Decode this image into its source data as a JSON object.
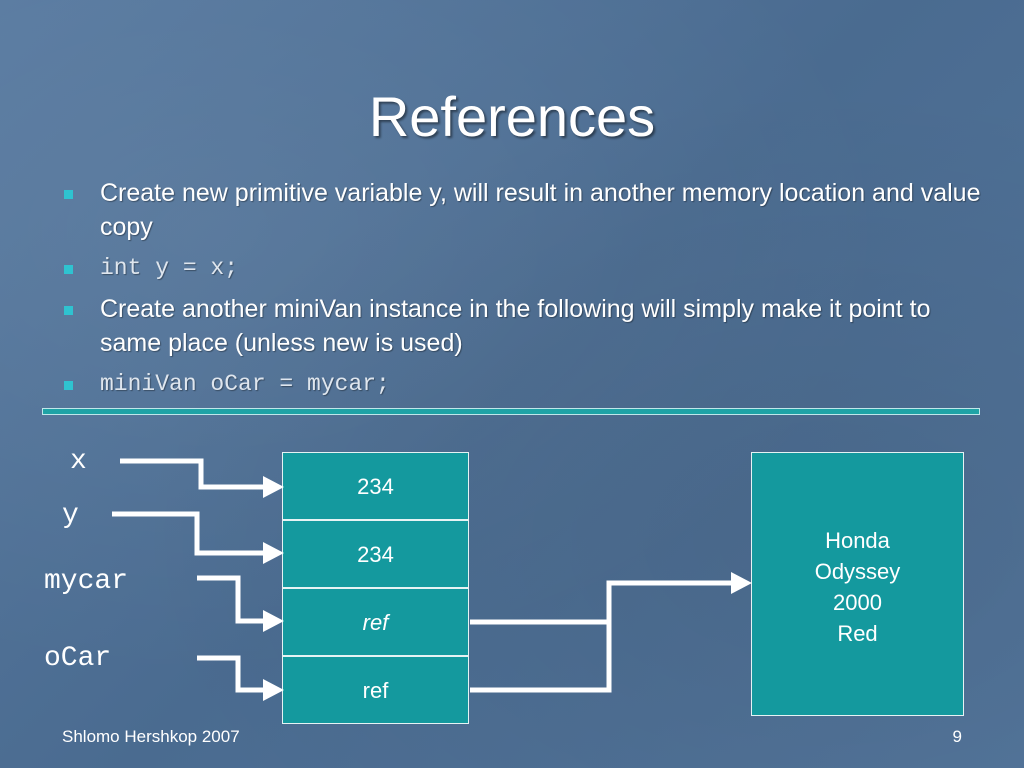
{
  "title": "References",
  "bullets": [
    {
      "text": "Create new primitive variable y, will result in another memory location and value copy",
      "code": false
    },
    {
      "text": "int y = x;",
      "code": true
    },
    {
      "text": "Create another miniVan instance in the following will simply make it point to same place (unless new is used)",
      "code": false
    },
    {
      "text": "miniVan oCar = mycar;",
      "code": true
    }
  ],
  "diagram": {
    "variables": [
      "x",
      "y",
      "mycar",
      "oCar"
    ],
    "memory_cells": [
      {
        "value": "234",
        "italic": false
      },
      {
        "value": "234",
        "italic": false
      },
      {
        "value": "ref",
        "italic": true
      },
      {
        "value": "ref",
        "italic": false
      }
    ],
    "object_lines": [
      "Honda",
      "Odyssey",
      "2000",
      "Red"
    ],
    "colors": {
      "cell": "#14999e",
      "bullet": "#2fc3d0",
      "background": "#4d6e93"
    }
  },
  "footer": {
    "author": "Shlomo Hershkop 2007",
    "page": "9"
  }
}
